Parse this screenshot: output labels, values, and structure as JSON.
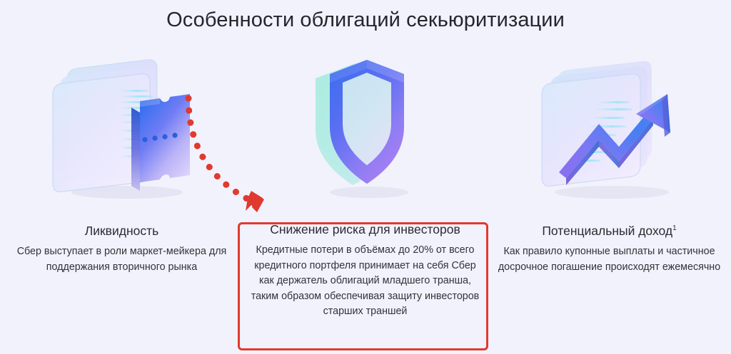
{
  "page": {
    "title": "Особенности облигаций секьюритизации",
    "background_color": "#f2f2fc",
    "accent_red": "#e03a2f",
    "heading_color": "#2b2b33",
    "body_color": "#32323a"
  },
  "columns": [
    {
      "id": "liquidity",
      "icon_name": "card-stack-ticket-icon",
      "heading": "Ликвидность",
      "body": "Сбер выступает в роли маркет-мейкера для поддержания вторичного рынка",
      "highlighted": false
    },
    {
      "id": "risk-reduction",
      "icon_name": "shield-icon",
      "heading": "Снижение риска для инвесторов",
      "body": "Кредитные потери в объёмах до 20% от всего кредитного портфеля принимает на себя Сбер как держатель облигаций младшего транша, таким образом обеспечивая защиту инвесторов старших траншей",
      "highlighted": true
    },
    {
      "id": "potential-income",
      "icon_name": "growth-arrow-chart-icon",
      "heading": "Потенциальный доход",
      "heading_superscript": "1",
      "body": "Как правило купонные выплаты и частичное досрочное погашение происходят ежемесячно",
      "highlighted": false
    }
  ],
  "annotations": {
    "arrow_name": "red-dotted-arrow",
    "arrow_color": "#e03a2f",
    "highlight_box_name": "red-highlight-box",
    "highlight_box_color": "#e03a2f"
  }
}
